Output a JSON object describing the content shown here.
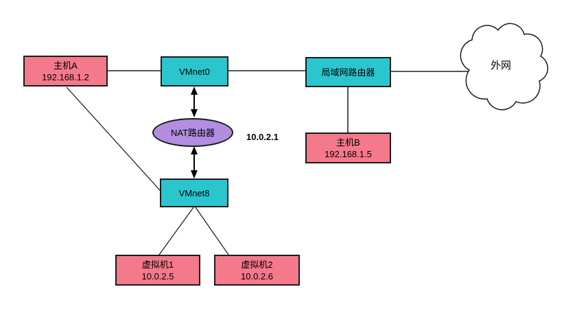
{
  "diagram": {
    "type": "network-topology",
    "palette": {
      "host_fill": "#F4798A",
      "switch_fill": "#2BC6CD",
      "nat_fill": "#B28DE0",
      "border_color": "#1a1a1a",
      "connector_color": "#555555",
      "arrow_color": "#000000",
      "cloud_fill": "#ffffff"
    },
    "nodes": {
      "host_a": {
        "label": "主机A",
        "ip": "192.168.1.2"
      },
      "vmnet0": {
        "label": "VMnet0"
      },
      "lan_router": {
        "label": "局域网路由器"
      },
      "internet": {
        "label": "外网"
      },
      "nat_router": {
        "label": "NAT路由器"
      },
      "host_b": {
        "label": "主机B",
        "ip": "192.168.1.5"
      },
      "vmnet8": {
        "label": "VMnet8"
      },
      "vm1": {
        "label": "虚拟机1",
        "ip": "10.0.2.5"
      },
      "vm2": {
        "label": "虚拟机2",
        "ip": "10.0.2.6"
      }
    },
    "labels": {
      "nat_ip": "10.0.2.1"
    },
    "edges": [
      {
        "from": "host_a",
        "to": "vmnet0",
        "style": "plain"
      },
      {
        "from": "vmnet0",
        "to": "lan_router",
        "style": "plain"
      },
      {
        "from": "lan_router",
        "to": "internet",
        "style": "plain"
      },
      {
        "from": "lan_router",
        "to": "host_b",
        "style": "plain"
      },
      {
        "from": "vmnet0",
        "to": "nat_router",
        "style": "double-arrow"
      },
      {
        "from": "nat_router",
        "to": "vmnet8",
        "style": "double-arrow"
      },
      {
        "from": "host_a",
        "to": "vmnet8",
        "style": "plain"
      },
      {
        "from": "vmnet8",
        "to": "vm1",
        "style": "plain"
      },
      {
        "from": "vmnet8",
        "to": "vm2",
        "style": "plain"
      }
    ]
  }
}
